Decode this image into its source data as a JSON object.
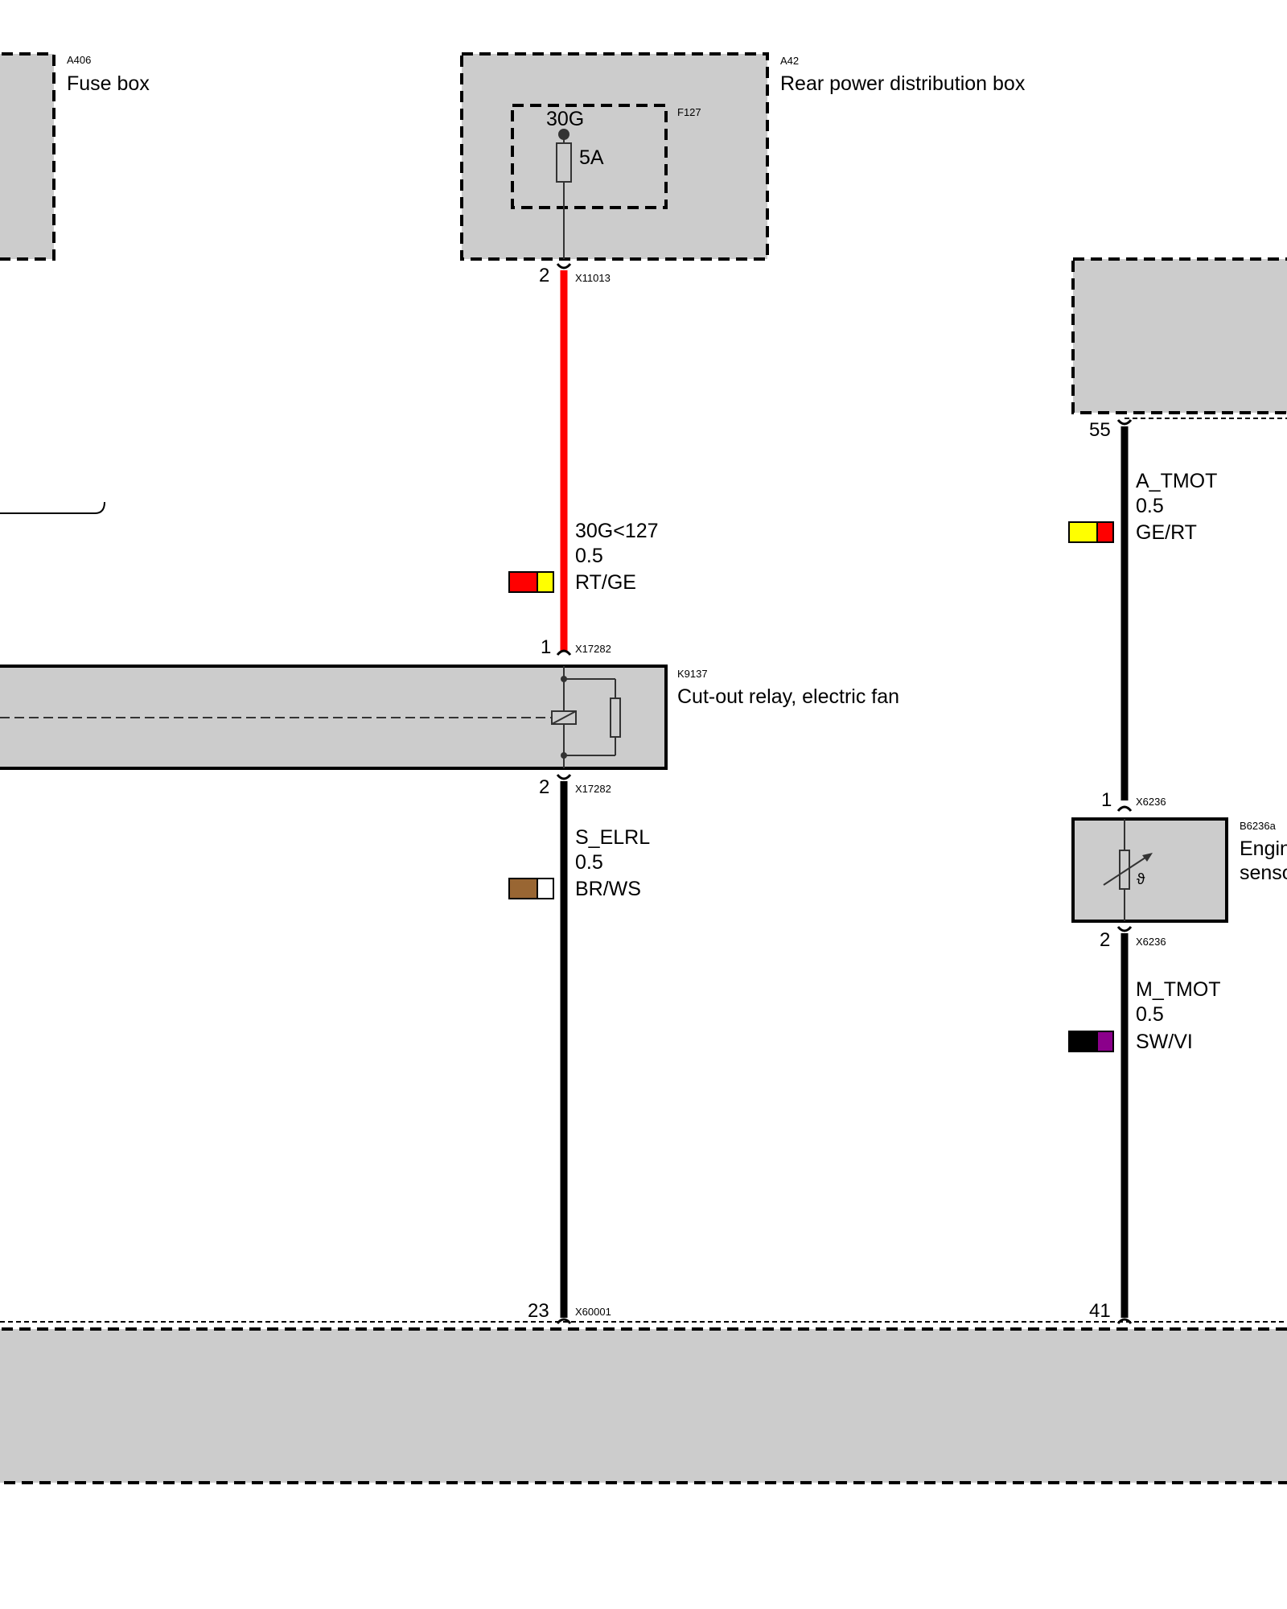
{
  "components": {
    "fuse_box": {
      "ref": "A406",
      "name": "Fuse box"
    },
    "rear_pdb": {
      "ref": "A42",
      "name": "Rear power distribution box"
    },
    "fuse": {
      "ref": "F127",
      "terminal": "30G",
      "rating": "5A"
    },
    "relay": {
      "ref": "K9137",
      "name": "Cut-out relay, electric fan"
    },
    "sensor": {
      "ref": "B6236a",
      "name_line1": "Engin",
      "name_line2": "senso"
    }
  },
  "connectors": {
    "x11013": {
      "pin": "2",
      "id": "X11013"
    },
    "x17282_top": {
      "pin": "1",
      "id": "X17282"
    },
    "x17282_bottom": {
      "pin": "2",
      "id": "X17282"
    },
    "x60001_23": {
      "pin": "23",
      "id": "X60001"
    },
    "top_right_55": {
      "pin": "55"
    },
    "x6236_top": {
      "pin": "1",
      "id": "X6236"
    },
    "x6236_bottom": {
      "pin": "2",
      "id": "X6236"
    },
    "bottom_41": {
      "pin": "41"
    }
  },
  "wires": [
    {
      "signal": "30G<127",
      "size": "0.5",
      "color_code": "RT/GE",
      "colors": [
        "#ff0000",
        "#ffff00"
      ]
    },
    {
      "signal": "S_ELRL",
      "size": "0.5",
      "color_code": "BR/WS",
      "colors": [
        "#996633",
        "#ffffff"
      ]
    },
    {
      "signal": "A_TMOT",
      "size": "0.5",
      "color_code": "GE/RT",
      "colors": [
        "#ffff00",
        "#ff0000"
      ]
    },
    {
      "signal": "M_TMOT",
      "size": "0.5",
      "color_code": "SW/VI",
      "colors": [
        "#000000",
        "#8b008b"
      ]
    }
  ],
  "sensor_symbol": "ϑ"
}
